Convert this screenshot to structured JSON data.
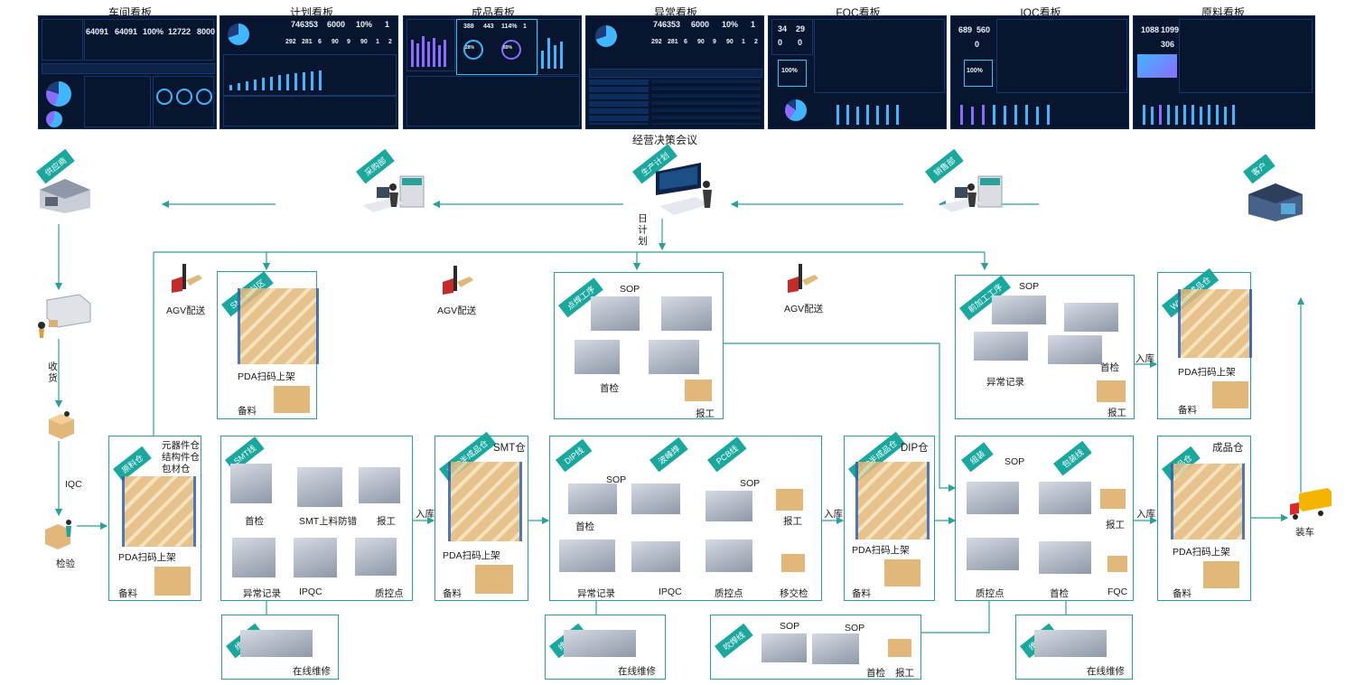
{
  "dashboards": [
    {
      "title": "车间看板",
      "nums": [
        "64091",
        "64091",
        "100%",
        "12722",
        "8000"
      ]
    },
    {
      "title": "计划看板",
      "nums": [
        "746353",
        "6000",
        "10%",
        "1",
        "292",
        "281",
        "6",
        "90",
        "9",
        "90",
        "1",
        "2"
      ]
    },
    {
      "title": "成品看板",
      "nums": [
        "388",
        "443",
        "114%",
        "1",
        "28%",
        "89%"
      ]
    },
    {
      "title": "异常看板",
      "nums": [
        "746353",
        "6000",
        "10%",
        "1",
        "292",
        "281",
        "6",
        "90",
        "9",
        "90",
        "1",
        "2"
      ]
    },
    {
      "title": "FQC看板",
      "nums": [
        "34",
        "29",
        "0",
        "0",
        "100%"
      ]
    },
    {
      "title": "IQC看板",
      "nums": [
        "689",
        "560",
        "0",
        "100%"
      ]
    },
    {
      "title": "原料看板",
      "nums": [
        "1088",
        "1099",
        "306"
      ]
    }
  ],
  "meeting": "经营决策会议",
  "roles": {
    "supplier": "供应商",
    "purchase": "采购部",
    "plan": "生产计划",
    "sales": "销售部",
    "customer": "客户"
  },
  "daily_plan": "日计划",
  "left_flow": {
    "receive": "收货",
    "iqc": "IQC",
    "inspect": "检验"
  },
  "agv": [
    "AGV配送",
    "AGV配送",
    "AGV配送"
  ],
  "smt_material": {
    "tag": "SMT物料区",
    "pda": "PDA扫码上架",
    "prep": "备料"
  },
  "raw_warehouse": {
    "tag": "原料仓",
    "line1": "元器件仓",
    "line2": "结构件仓",
    "line3": "包材仓",
    "pda": "PDA扫码上架",
    "prep": "备料"
  },
  "smt_line": {
    "tag": "SMT线",
    "first": "首检",
    "anti": "SMT上料防错",
    "report": "报工",
    "abnormal": "异常记录",
    "ipqc": "IPQC",
    "qc": "质控点"
  },
  "in_store": [
    "入库",
    "入库",
    "入库",
    "入库"
  ],
  "wip_smt": {
    "tag": "WIP半成品仓",
    "name": "SMT仓",
    "pda": "PDA扫码上架",
    "prep": "备料"
  },
  "spot_weld": {
    "tag": "点焊工序",
    "sop": "SOP",
    "first": "首检",
    "report": "报工"
  },
  "dip_line": {
    "tag": "DIP线",
    "tag2": "波峰焊",
    "tag3": "PCB线",
    "sop1": "SOP",
    "sop2": "SOP",
    "first": "首检",
    "report": "报工",
    "abnormal": "异常记录",
    "ipqc": "IPQC",
    "qc": "质控点",
    "transfer": "移交检"
  },
  "wip_dip": {
    "tag": "WIP半成品仓",
    "name": "DIP仓",
    "pda": "PDA扫码上架",
    "prep": "备料"
  },
  "pre_process": {
    "tag": "前加工工序",
    "sop": "SOP",
    "first": "首检",
    "abnormal": "异常记录",
    "report": "报工"
  },
  "assembly": {
    "tag": "组装",
    "tag2": "包装线",
    "sop": "SOP",
    "report": "报工",
    "qc": "质控点",
    "first": "首检",
    "fqc": "FQC"
  },
  "wip_finished": {
    "tag": "WIP半成品仓",
    "pda": "PDA扫码上架",
    "prep": "备料"
  },
  "finished": {
    "tag": "成品仓",
    "name": "成品仓",
    "pda": "PDA扫码上架",
    "prep": "备料"
  },
  "loading": "装车",
  "repair": [
    {
      "tag": "维修站",
      "label": "在线维修"
    },
    {
      "tag": "维修站",
      "label": "在线维修"
    },
    {
      "tag": "维修站",
      "label": "在线维修"
    }
  ],
  "blow_line": {
    "tag": "吹焊线",
    "sop1": "SOP",
    "sop2": "SOP",
    "first": "首检",
    "report": "报工"
  },
  "colors": {
    "line": "#2aa198",
    "tag": "#1aa89e",
    "dash_bg": "#07152e"
  }
}
